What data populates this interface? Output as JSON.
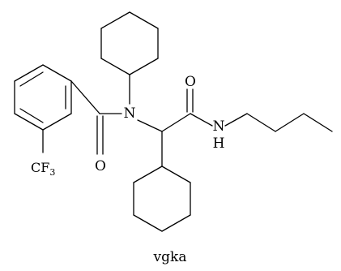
{
  "molecule": {
    "caption": "vgka",
    "atom_labels": {
      "nitrogen_amide": "N",
      "carbonyl_oxygen_left": "O",
      "carbonyl_oxygen_right": "O",
      "nh_nitrogen": "N",
      "nh_hydrogen": "H",
      "cf3_prefix": "CF",
      "cf3_subscript": "3"
    },
    "bond_color": "#000000"
  }
}
